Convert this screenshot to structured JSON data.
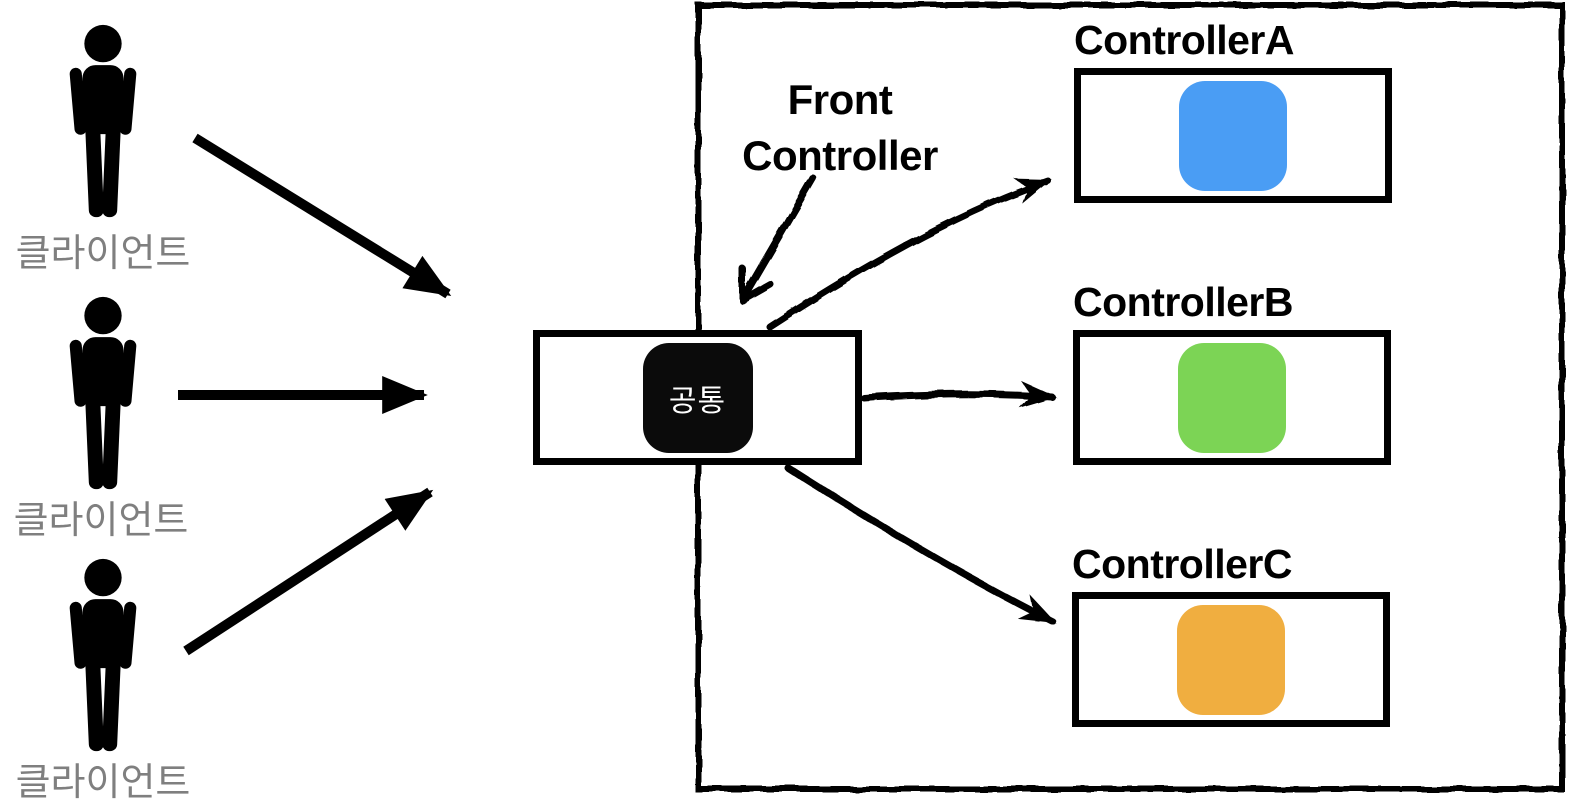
{
  "clients": [
    {
      "label": "클라이언트"
    },
    {
      "label": "클라이언트"
    },
    {
      "label": "클라이언트"
    }
  ],
  "annotation": {
    "line1": "Front",
    "line2": "Controller"
  },
  "common": {
    "label": "공통",
    "badge_color": "#0b0b0b"
  },
  "controllers": [
    {
      "name": "ControllerA",
      "color": "#4A9DF4"
    },
    {
      "name": "ControllerB",
      "color": "#7CD455"
    },
    {
      "name": "ControllerC",
      "color": "#F0AE40"
    }
  ],
  "line_color": "#000000"
}
